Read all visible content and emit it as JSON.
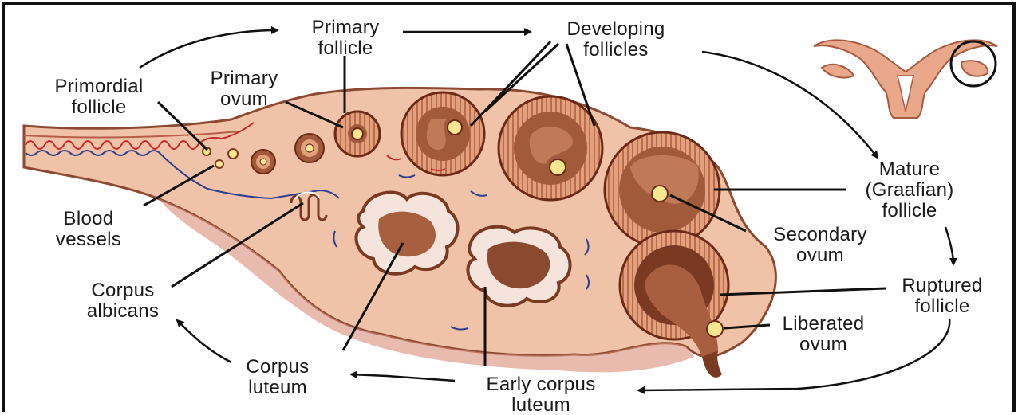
{
  "labels": {
    "primary_follicle": "Primary\nfollicle",
    "developing_follicles": "Developing\nfollicles",
    "primordial_follicle": "Primordial\nfollicle",
    "primary_ovum": "Primary\novum",
    "mature_follicle": "Mature\n(Graafian)\nfollicle",
    "blood_vessels": "Blood\nvessels",
    "secondary_ovum": "Secondary\novum",
    "corpus_albicans": "Corpus\nalbicans",
    "ruptured_follicle": "Ruptured\nfollicle",
    "liberated_ovum": "Liberated\novum",
    "corpus_luteum": "Corpus\nluteum",
    "early_corpus_luteum": "Early corpus\nluteum"
  },
  "colors": {
    "ovary_fill": "#f0c2a8",
    "ovary_stroke": "#8c4a32",
    "follicle_cell": "#e7a784",
    "follicle_dark": "#7a3a22",
    "ovum_fill": "#f6e690",
    "artery": "#c8282a",
    "vein": "#2a3f8f",
    "uterus": "#e8a889"
  }
}
